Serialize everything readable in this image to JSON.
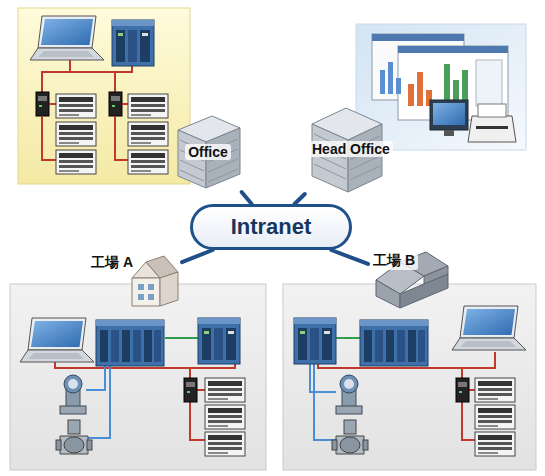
{
  "diagram": {
    "nodes": [
      {
        "text": [
          "Office"
        ]
      },
      {
        "text": [
          "Head Office"
        ]
      },
      {
        "text": [
          "Intranet"
        ]
      },
      {
        "text": [
          "工場 A"
        ]
      },
      {
        "text": [
          "工場 B"
        ]
      }
    ],
    "edges": [
      {
        "from": 0,
        "to": 2,
        "arrow": "none"
      },
      {
        "from": 1,
        "to": 2,
        "arrow": "none"
      },
      {
        "from": 3,
        "to": 2,
        "arrow": "none"
      },
      {
        "from": 4,
        "to": 2,
        "arrow": "none"
      }
    ]
  }
}
